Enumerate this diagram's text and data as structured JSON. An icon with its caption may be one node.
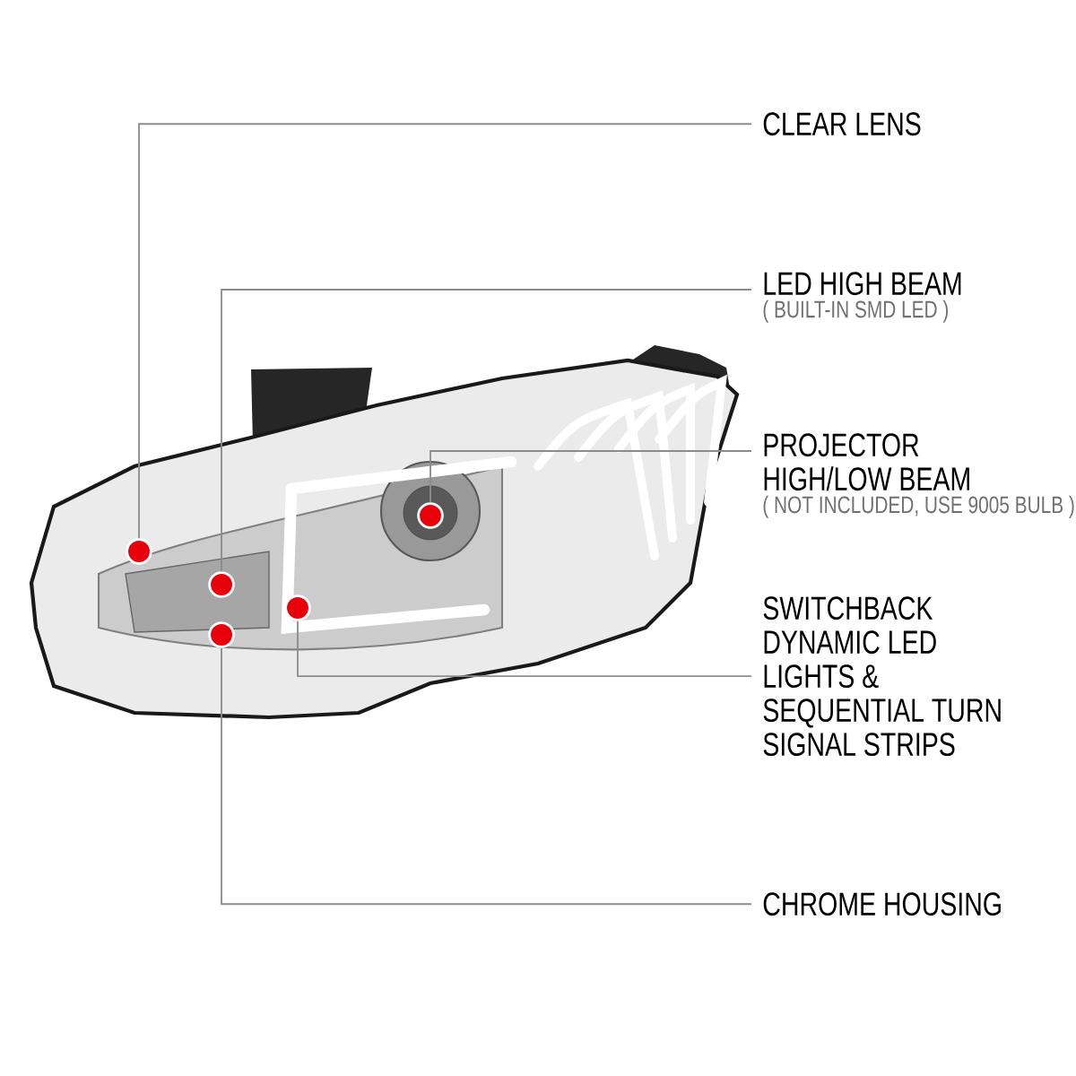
{
  "diagram": {
    "nodes": [
      {
        "text": [
          "CLEAR LENS"
        ]
      },
      {
        "text": [
          "LED HIGH BEAM",
          "( BUILT-IN SMD LED )"
        ]
      },
      {
        "text": [
          "PROJECTOR HIGH/LOW BEAM",
          "( NOT INCLUDED, USE 9005 BULB )"
        ]
      },
      {
        "text": [
          "SWITCHBACK DYNAMIC LED LIGHTS & SEQUENTIAL TURN SIGNAL STRIPS"
        ]
      },
      {
        "text": [
          "CHROME HOUSING"
        ]
      },
      {
        "text": [],
        "shape": "circle"
      },
      {
        "text": [],
        "shape": "circle"
      },
      {
        "text": [],
        "shape": "circle"
      },
      {
        "text": [],
        "shape": "circle"
      },
      {
        "text": [],
        "shape": "circle"
      }
    ],
    "edges": [
      {
        "from": 0,
        "to": 5,
        "arrow": "none"
      },
      {
        "from": 1,
        "to": 6,
        "arrow": "none"
      },
      {
        "from": 2,
        "to": 7,
        "arrow": "none"
      },
      {
        "from": 3,
        "to": 8,
        "arrow": "none"
      },
      {
        "from": 4,
        "to": 9,
        "arrow": "none"
      }
    ]
  }
}
